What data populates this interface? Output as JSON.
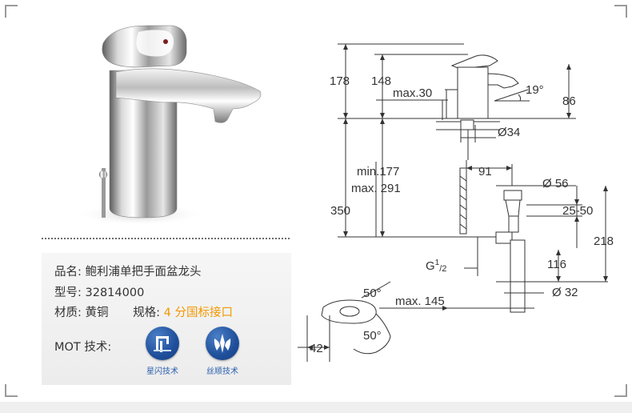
{
  "product": {
    "name_label": "品名:",
    "name_value": "鲍利浦单把手面盆龙头",
    "model_label": "型号:",
    "model_value": "32814000",
    "material_label": "材质:",
    "material_value": "黄铜",
    "spec_label": "规格:",
    "spec_value": "4 分国标接口",
    "tech_label": "MOT 技术:",
    "technologies": [
      {
        "label": "星闪技术",
        "icon": "starlight-icon"
      },
      {
        "label": "丝顺技术",
        "icon": "silkmove-icon"
      }
    ]
  },
  "dimensions": {
    "d178": "178",
    "d148": "148",
    "max30": "max.30",
    "angle19": "19°",
    "d86": "86",
    "d34": "Ø34",
    "min177": "min.177",
    "max291": "max. 291",
    "d91": "91",
    "d350": "350",
    "d56": "Ø 56",
    "r2550": "25-50",
    "d218": "218",
    "g_base": "G",
    "g_sup": "1",
    "g_sub": "/2",
    "d116": "116",
    "d32": "Ø 32",
    "max145": "max. 145",
    "angle50a": "50°",
    "angle50b": "50°",
    "d42": "42"
  },
  "colors": {
    "accent_orange": "#f39800",
    "tech_blue": "#1f4f9b"
  }
}
